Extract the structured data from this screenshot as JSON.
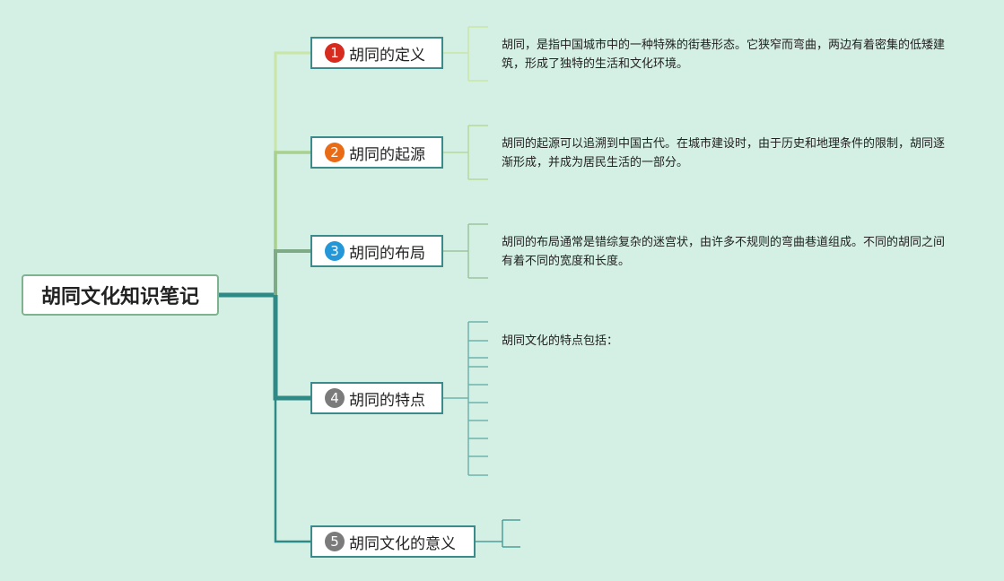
{
  "root": {
    "title": "胡同文化知识笔记"
  },
  "topics": [
    {
      "num": "1",
      "label": "胡同的定义",
      "badge_color": "#d62b1e",
      "note": "胡同，是指中国城市中的一种特殊的街巷形态。它狭窄而弯曲，两边有着密集的低矮建筑，形成了独特的生活和文化环境。"
    },
    {
      "num": "2",
      "label": "胡同的起源",
      "badge_color": "#e96b16",
      "note": "胡同的起源可以追溯到中国古代。在城市建设时，由于历史和地理条件的限制，胡同逐渐形成，并成为居民生活的一部分。"
    },
    {
      "num": "3",
      "label": "胡同的布局",
      "badge_color": "#2497d8",
      "note": "胡同的布局通常是错综复杂的迷宫状，由许多不规则的弯曲巷道组成。不同的胡同之间有着不同的宽度和长度。"
    },
    {
      "num": "4",
      "label": "胡同的特点",
      "badge_color": "#7b7b7b",
      "note": "胡同文化的特点包括："
    },
    {
      "num": "5",
      "label": "胡同文化的意义",
      "badge_color": "#7b7b7b",
      "note": ""
    }
  ],
  "colors": {
    "background": "#d4efe3",
    "branch_1": "#c9e6a6",
    "branch_2": "#a9d08c",
    "branch_3": "#7faa86",
    "branch_4": "#2e8a86",
    "branch_5": "#2e8a86",
    "topic_border": "#3d8a8a"
  }
}
